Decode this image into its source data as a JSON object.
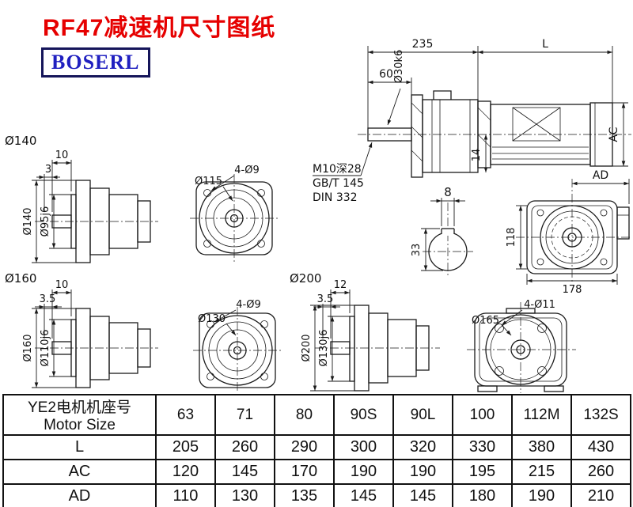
{
  "header": {
    "title": "RF47减速机尺寸图纸",
    "logo": "BOSERL"
  },
  "side_view": {
    "dim_235": "235",
    "dim_l": "L",
    "dim_60": "60",
    "shaft": "Ø30k6",
    "dim_14": "14",
    "dim_ac": "AC"
  },
  "thread_note": {
    "line1": "M10深28",
    "line2": "GB/T 145",
    "line3": "DIN 332"
  },
  "key_section": {
    "dim_8": "8",
    "dim_33": "33"
  },
  "rear_view": {
    "dim_ad": "AD",
    "dim_118": "118",
    "dim_178": "178"
  },
  "view_140": {
    "label": "Ø140",
    "dim_10": "10",
    "dim_3": "3",
    "dim_d140": "Ø140",
    "dim_d95": "Ø95j6"
  },
  "view_115": {
    "holes": "4-Ø9",
    "dim_d115": "Ø115"
  },
  "view_160": {
    "label": "Ø160",
    "dim_10": "10",
    "dim_35": "3.5",
    "dim_d160": "Ø160",
    "dim_d110": "Ø110j6"
  },
  "view_130": {
    "holes": "4-Ø9",
    "dim_d130": "Ø130"
  },
  "view_200": {
    "label": "Ø200",
    "dim_12": "12",
    "dim_35": "3.5",
    "dim_d200": "Ø200",
    "dim_d130": "Ø130j6"
  },
  "view_motor": {
    "holes": "4-Ø11",
    "dim_d165": "Ø165"
  },
  "table": {
    "header_cn": "YE2电机机座号",
    "header_en": "Motor Size",
    "sizes": [
      "63",
      "71",
      "80",
      "90S",
      "90L",
      "100",
      "112M",
      "132S"
    ],
    "rows": [
      {
        "label": "L",
        "values": [
          "205",
          "260",
          "290",
          "300",
          "320",
          "330",
          "380",
          "430"
        ]
      },
      {
        "label": "AC",
        "values": [
          "120",
          "145",
          "170",
          "190",
          "190",
          "195",
          "215",
          "260"
        ]
      },
      {
        "label": "AD",
        "values": [
          "110",
          "130",
          "135",
          "145",
          "145",
          "180",
          "190",
          "210"
        ]
      }
    ]
  }
}
